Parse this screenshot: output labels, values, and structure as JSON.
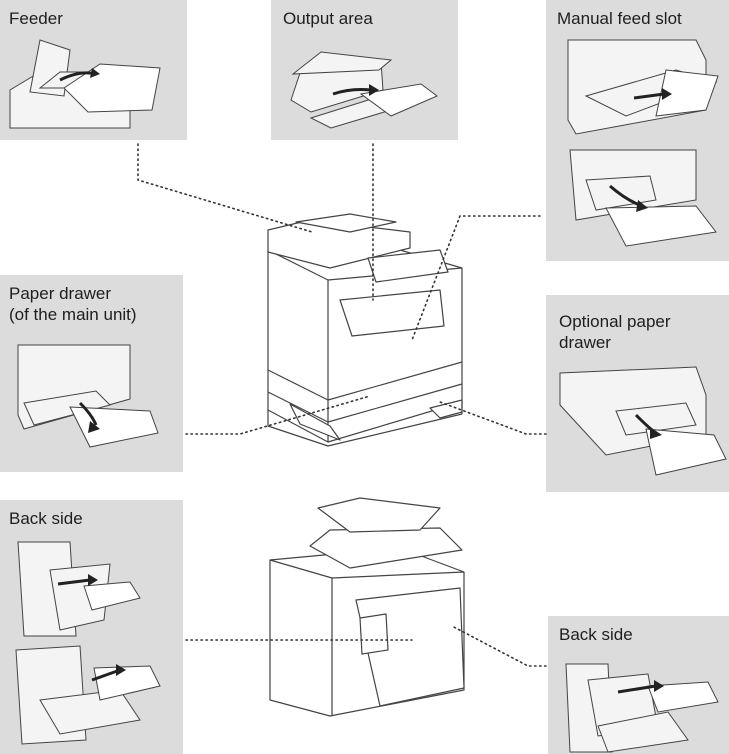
{
  "panels": {
    "feeder": {
      "label": "Feeder"
    },
    "output_area": {
      "label": "Output area"
    },
    "manual_feed_slot": {
      "label": "Manual feed slot"
    },
    "paper_drawer_main": {
      "label": "Paper drawer\n(of the main unit)"
    },
    "optional_paper_drawer": {
      "label": "Optional paper\ndrawer"
    },
    "back_side_left": {
      "label": "Back side"
    },
    "back_side_right": {
      "label": "Back side"
    }
  },
  "colors": {
    "panel_bg": "#dcdcdc",
    "leader_line": "#333333",
    "printer_body": "#ffffff",
    "printer_outline": "#444444"
  }
}
